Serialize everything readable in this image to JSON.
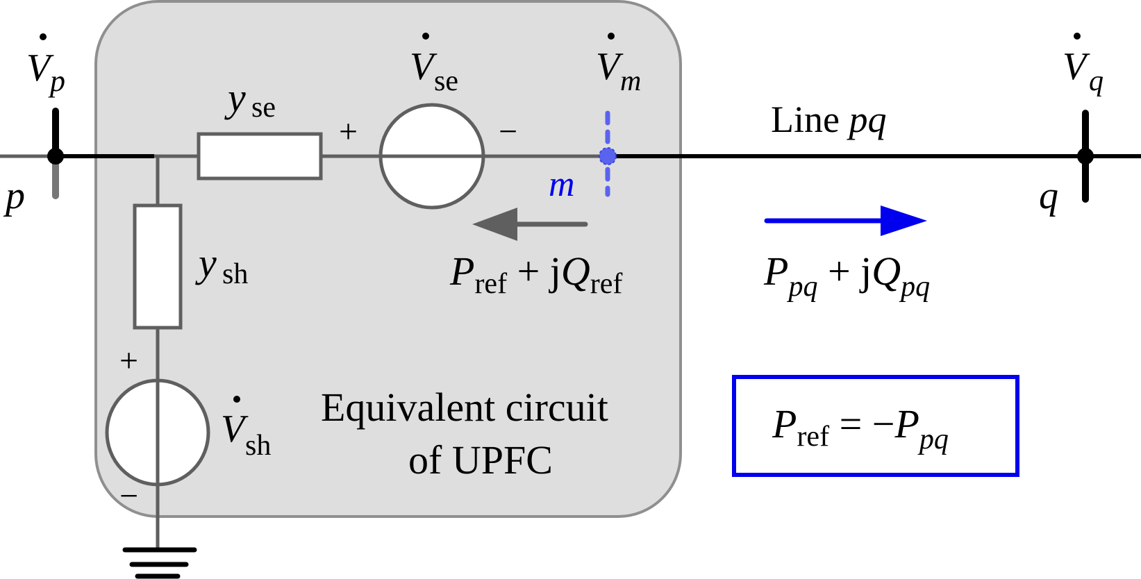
{
  "diagram": {
    "title": "Equivalent circuit of UPFC connected to line pq",
    "colors": {
      "box_fill": "#dedede",
      "box_stroke": "#8f8f8f",
      "wire_gray": "#5f5f5f",
      "wire_black": "#000000",
      "accent_blue": "#0000ee",
      "node_m_blue": "#5a63ee",
      "arrow_gray": "#5f5f5f"
    },
    "box_label_line1": "Equivalent circuit",
    "box_label_line2": "of UPFC",
    "buses": {
      "p": {
        "node_label": "p",
        "voltage_symbol": "V",
        "voltage_sub": "p"
      },
      "q": {
        "node_label": "q",
        "voltage_symbol": "V",
        "voltage_sub": "q"
      },
      "m": {
        "node_label": "m",
        "voltage_symbol": "V",
        "voltage_sub": "m"
      }
    },
    "components": {
      "y_se": {
        "symbol": "y",
        "sub": "se"
      },
      "y_sh": {
        "symbol": "y",
        "sub": "sh"
      },
      "V_se": {
        "symbol": "V",
        "sub": "se",
        "plus": "+",
        "minus": "−"
      },
      "V_sh": {
        "symbol": "V",
        "sub": "sh",
        "plus": "+",
        "minus": "−"
      }
    },
    "line_label": {
      "text": "Line ",
      "italic": "pq"
    },
    "flows": {
      "ref": {
        "P": "P",
        "P_sub": "ref",
        "op": " + j",
        "Q": "Q",
        "Q_sub": "ref",
        "direction": "left"
      },
      "pq": {
        "P": "P",
        "P_sub": "pq",
        "op": " + j",
        "Q": "Q",
        "Q_sub": "pq",
        "direction": "right"
      }
    },
    "equation": {
      "lhs": "P",
      "lhs_sub": "ref",
      "op": " = −",
      "rhs": "P",
      "rhs_sub": "pq"
    }
  }
}
